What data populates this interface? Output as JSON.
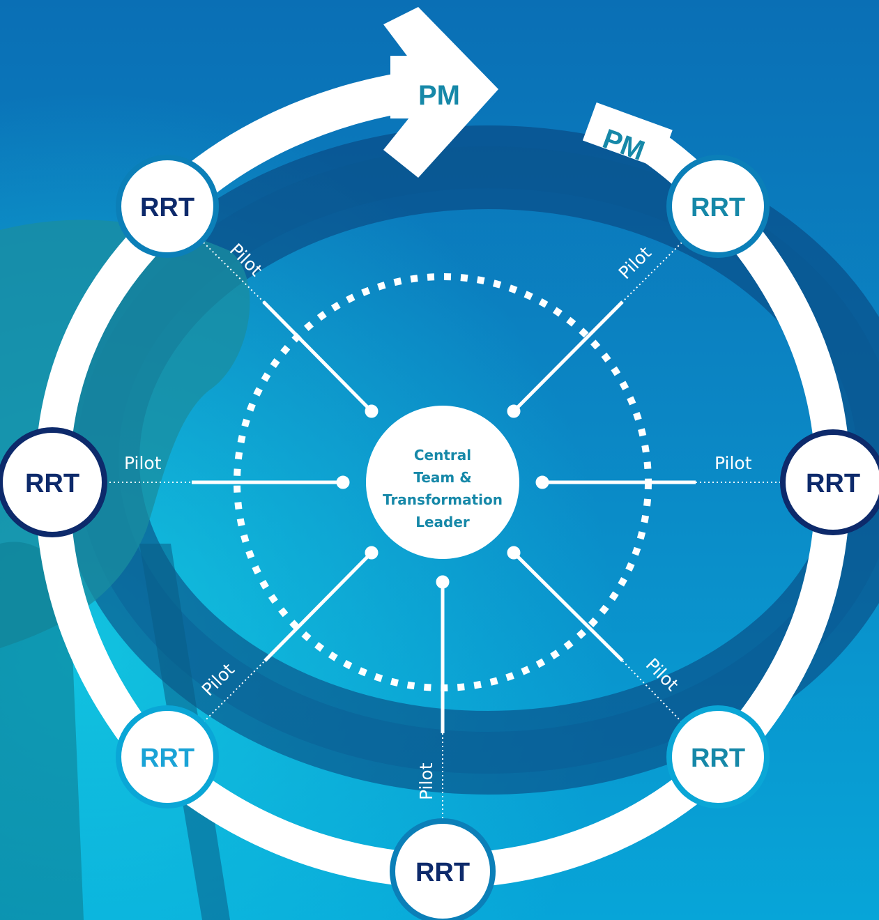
{
  "diagram": {
    "center": {
      "lines": [
        "Central",
        "Team &",
        "Transformation",
        "Leader"
      ]
    },
    "pm_labels": [
      "PM",
      "PM"
    ],
    "nodes": [
      {
        "id": "top-left",
        "label": "RRT",
        "style": "navy-teal-t"
      },
      {
        "id": "top-right",
        "label": "RRT",
        "style": "teal"
      },
      {
        "id": "left",
        "label": "RRT",
        "style": "navy"
      },
      {
        "id": "right",
        "label": "RRT",
        "style": "navy-teal-t"
      },
      {
        "id": "bottom-left",
        "label": "RRT",
        "style": "light-blue"
      },
      {
        "id": "bottom",
        "label": "RRT",
        "style": "navy"
      },
      {
        "id": "bottom-right",
        "label": "RRT",
        "style": "teal"
      }
    ],
    "connectors": [
      {
        "id": "top-left",
        "label": "Pilot"
      },
      {
        "id": "top-right",
        "label": "Pilot"
      },
      {
        "id": "left",
        "label": "Pilot"
      },
      {
        "id": "right",
        "label": "Pilot"
      },
      {
        "id": "bottom-left",
        "label": "Pilot"
      },
      {
        "id": "bottom",
        "label": "Pilot"
      },
      {
        "id": "bottom-right",
        "label": "Pilot"
      }
    ]
  },
  "colors": {
    "navy": "#0d2a6b",
    "teal": "#1688a8",
    "light_blue": "#1aa3d6",
    "white": "#ffffff",
    "background_top": "#0a72b7",
    "background_bottom": "#0aa6d6"
  }
}
